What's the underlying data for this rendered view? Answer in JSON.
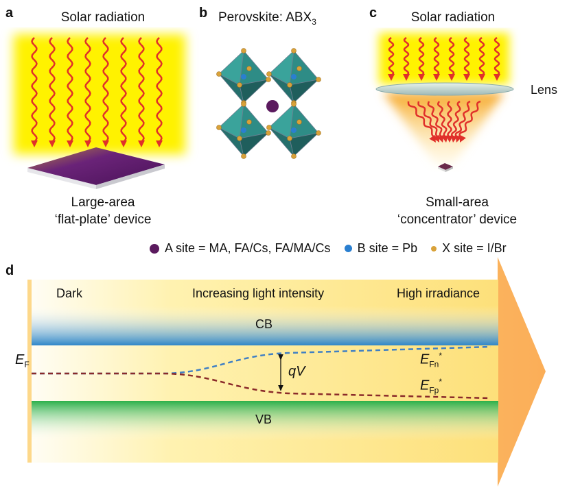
{
  "panels": {
    "a": {
      "label": "a",
      "title": "Solar radiation",
      "caption_line1": "Large-area",
      "caption_line2": "‘flat-plate’ device"
    },
    "b": {
      "label": "b",
      "title_main": "Perovskite: ABX",
      "title_sub": "3"
    },
    "c": {
      "label": "c",
      "title": "Solar radiation",
      "lens_label": "Lens",
      "caption_line1": "Small-area",
      "caption_line2": "‘concentrator’ device"
    },
    "d": {
      "label": "d",
      "dark_label": "Dark",
      "middle_label": "Increasing light intensity",
      "right_label": "High irradiance",
      "cb_label": "CB",
      "vb_label": "VB",
      "ef_main": "E",
      "ef_sub": "F",
      "efn_main": "E",
      "efn_sub": "Fn",
      "efn_sup": "*",
      "efp_main": "E",
      "efp_sub": "Fp",
      "efp_sup": "*",
      "qv_label": "qV"
    }
  },
  "legend": [
    {
      "text": "A site = MA, FA/Cs, FA/MA/Cs",
      "color": "#5b1a5e"
    },
    {
      "text": "B site = Pb",
      "color": "#2a7fd0"
    },
    {
      "text": "X site = I/Br",
      "color": "#d9a23a"
    }
  ],
  "colors": {
    "radiation_glow": "#fff200",
    "arrows": "#e0302a",
    "device_top": "#5a1a6e",
    "octahedra": "#2e8c86",
    "cb_band": "#2e86c8",
    "vb_band": "#2bb04a",
    "efn_line": "#3f7fc4",
    "efp_line": "#8a2a2a",
    "big_arrow": "#fbb25a"
  }
}
